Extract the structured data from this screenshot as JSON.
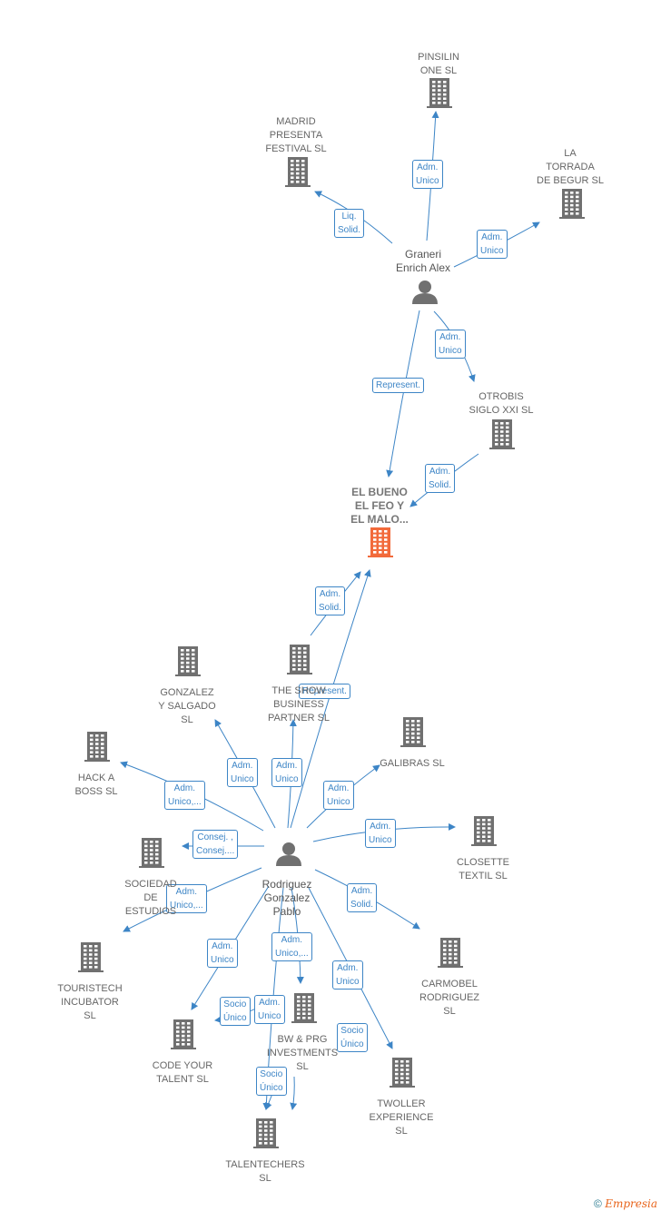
{
  "colors": {
    "edge": "#3d85c6",
    "building": "#707070",
    "central": "#f26a3b",
    "person": "#707070"
  },
  "nodes": {
    "pinsilin": {
      "label": "PINSILIN\nONE SL",
      "icon": "building-icon"
    },
    "madrid": {
      "label": "MADRID\nPRESENTA\nFESTIVAL SL",
      "icon": "building-icon"
    },
    "torrada": {
      "label": "LA\nTORRADA\nDE BEGUR  SL",
      "icon": "building-icon"
    },
    "graneri": {
      "label": "Graneri\nEnrich Alex",
      "icon": "person-icon"
    },
    "otrobis": {
      "label": "OTROBIS\nSIGLO XXI SL",
      "icon": "building-icon"
    },
    "bueno": {
      "label": "EL BUENO\nEL FEO Y\nEL MALO...",
      "icon": "building-icon"
    },
    "gonzalez": {
      "label": "GONZALEZ\nY SALGADO\nSL",
      "icon": "building-icon"
    },
    "show": {
      "label": "THE SHOW\nBUSINESS\nPARTNER SL",
      "icon": "building-icon"
    },
    "galibras": {
      "label": "GALIBRAS  SL",
      "icon": "building-icon"
    },
    "hack": {
      "label": "HACK A\nBOSS  SL",
      "icon": "building-icon"
    },
    "closette": {
      "label": "CLOSETTE\nTEXTIL  SL",
      "icon": "building-icon"
    },
    "sociedad": {
      "label": "SOCIEDAD\nDE\nESTUDIOS",
      "icon": "building-icon"
    },
    "rodriguez": {
      "label": "Rodriguez\nGonzalez\nPablo",
      "icon": "person-icon"
    },
    "touristech": {
      "label": "TOURISTECH\nINCUBATOR\nSL",
      "icon": "building-icon"
    },
    "carmobel": {
      "label": "CARMOBEL\nRODRIGUEZ\nSL",
      "icon": "building-icon"
    },
    "bwprg": {
      "label": "BW & PRG\nINVESTMENTS\nSL",
      "icon": "building-icon"
    },
    "codeyour": {
      "label": "CODE YOUR\nTALENT  SL",
      "icon": "building-icon"
    },
    "twoller": {
      "label": "TWOLLER\nEXPERIENCE\nSL",
      "icon": "building-icon"
    },
    "talentechers": {
      "label": "TALENTECHERS\nSL",
      "icon": "building-icon"
    }
  },
  "edges": [
    {
      "label": "Adm.\nUnico"
    },
    {
      "label": "Liq.\nSolid."
    },
    {
      "label": "Adm.\nUnico"
    },
    {
      "label": "Adm.\nUnico"
    },
    {
      "label": "Represent."
    },
    {
      "label": "Adm.\nSolid."
    },
    {
      "label": "Adm.\nSolid."
    },
    {
      "label": "Represent."
    },
    {
      "label": "Adm.\nUnico"
    },
    {
      "label": "Adm.\nUnico"
    },
    {
      "label": "Adm.\nUnico,..."
    },
    {
      "label": "Adm.\nUnico"
    },
    {
      "label": "Consej. ,\nConsej...."
    },
    {
      "label": "Adm.\nUnico"
    },
    {
      "label": "Adm.\nUnico,..."
    },
    {
      "label": "Adm.\nSolid."
    },
    {
      "label": "Adm.\nUnico"
    },
    {
      "label": "Adm.\nUnico,..."
    },
    {
      "label": "Adm.\nUnico"
    },
    {
      "label": "Socio\nÚnico"
    },
    {
      "label": "Adm.\nUnico"
    },
    {
      "label": "Socio\nÚnico"
    },
    {
      "label": "Socio\nÚnico"
    }
  ],
  "footer": {
    "copyright": "©",
    "brand": "Empresia"
  }
}
